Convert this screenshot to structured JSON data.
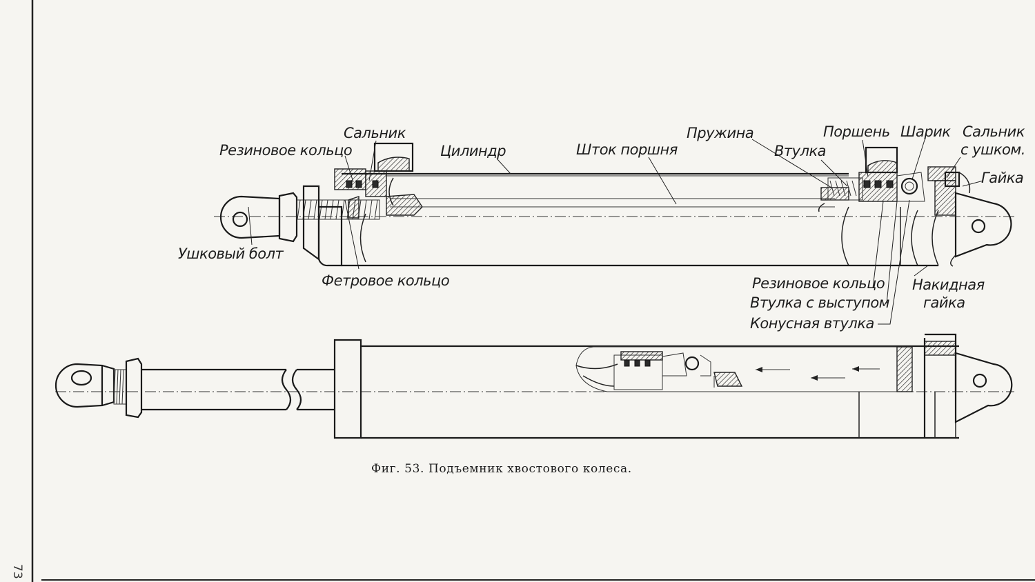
{
  "page_number": "73",
  "caption": "Фиг. 53. Подъемник хвостового колеса.",
  "labels": {
    "salnik": "Сальник",
    "rezinovoe_koltso_top": "Резиновое кольцо",
    "tsilindr": "Цилиндр",
    "shtok_porshnya": "Шток поршня",
    "pruzhina": "Пружина",
    "vtulka": "Втулка",
    "porshen": "Поршень",
    "sharik": "Шарик",
    "salnik_s_ushkom_1": "Сальник",
    "salnik_s_ushkom_2": "с ушком.",
    "gaika": "Гайка",
    "ushkovy_bolt": "Ушковый болт",
    "fetrovoe_koltso": "Фетровое кольцо",
    "rezinovoe_koltso_bottom": "Резиновое кольцо",
    "vtulka_s_vystupom": "Втулка с выступом",
    "konusnaya_vtulka": "Конусная втулка",
    "nakidnaya_gaika_1": "Накидная",
    "nakidnaya_gaika_2": "гайка"
  },
  "colors": {
    "ink": "#1d1d1d",
    "paper": "#f6f5f1"
  }
}
